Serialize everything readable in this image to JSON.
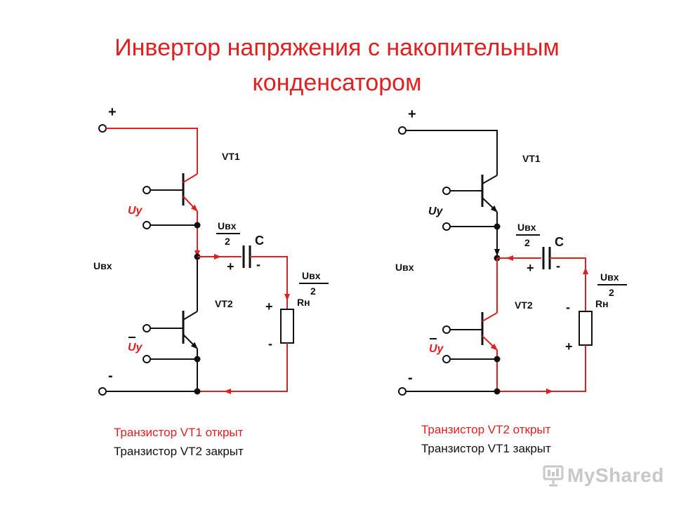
{
  "slide": {
    "title_line1": "Инвертор напряжения с накопительным",
    "title_line2": "конденсатором"
  },
  "left_circuit": {
    "plus_label": "+",
    "minus_label": "-",
    "vt1_label": "VT1",
    "vt2_label": "VT2",
    "uy_label": "Uy",
    "uy_bar_label": "Uy",
    "uvx_label": "Uвх",
    "half_num": "Uвх",
    "half_den": "2",
    "cap_label": "C",
    "cap_plus": "+",
    "cap_minus": "-",
    "rload_label": "Rн",
    "rload_half_num": "Uвх",
    "rload_half_den": "2",
    "r_top_sign": "+",
    "r_bottom_sign": "-",
    "caption_line1": "Транзистор VT1 открыт",
    "caption_line2": "Транзистор VT2 закрыт"
  },
  "right_circuit": {
    "plus_label": "+",
    "minus_label": "-",
    "vt1_label": "VT1",
    "vt2_label": "VT2",
    "uy_label": "Uy",
    "uy_bar_label": "Uy",
    "uvx_label": "Uвх",
    "half_num": "Uвх",
    "half_den": "2",
    "cap_label": "C",
    "cap_plus": "+",
    "cap_minus": "-",
    "rload_label": "Rн",
    "rload_half_num": "Uвх",
    "rload_half_den": "2",
    "r_top_sign": "-",
    "r_bottom_sign": "+",
    "caption_line1": "Транзистор VT2 открыт",
    "caption_line2": "Транзистор VT1 закрыт"
  },
  "watermark": {
    "text": "MyShared"
  },
  "colors": {
    "red": "#e02020",
    "black": "#111111",
    "watermark": "#c8c8c8"
  }
}
